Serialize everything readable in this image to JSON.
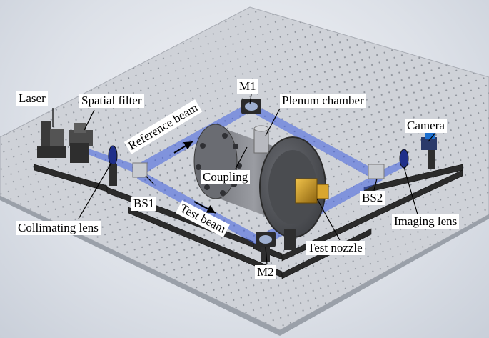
{
  "labels": {
    "laser": "Laser",
    "spatial_filter": "Spatial filter",
    "m1": "M1",
    "plenum_chamber": "Plenum chamber",
    "camera": "Camera",
    "reference_beam": "Reference beam",
    "coupling": "Coupling",
    "bs1": "BS1",
    "bs2": "BS2",
    "imaging_lens": "Imaging lens",
    "collimating_lens": "Collimating lens",
    "test_beam": "Test beam",
    "test_nozzle": "Test nozzle",
    "m2": "M2"
  },
  "colors": {
    "table": "#cfd2d8",
    "beam": "#3f5fe0",
    "rail": "#2b2b2b",
    "chamber": "#5a5c61",
    "nozzle": "#c9951d"
  }
}
